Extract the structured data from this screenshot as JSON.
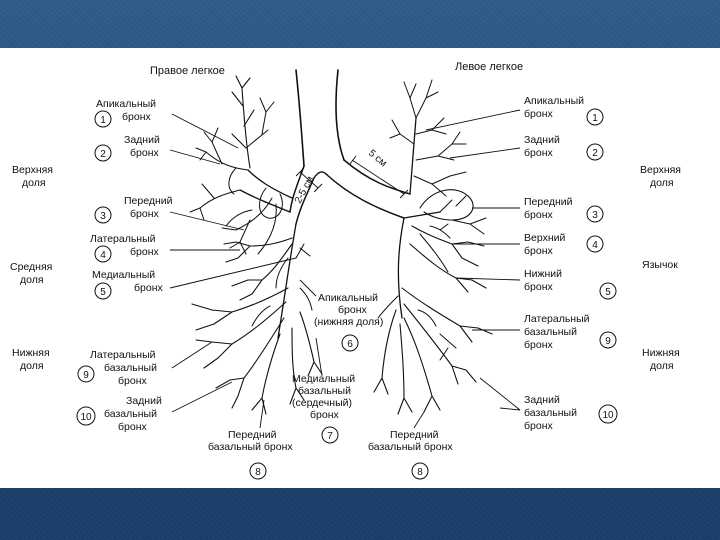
{
  "slide": {
    "right_lung_title": "Правое легкое",
    "left_lung_title": "Левое легкое",
    "measure_right": "2-5 см",
    "measure_left": "5 см"
  },
  "right_lobes": {
    "upper_1": "Верхняя",
    "upper_2": "доля",
    "middle_1": "Средняя",
    "middle_2": "доля",
    "lower_1": "Нижняя",
    "lower_2": "доля"
  },
  "left_lobes": {
    "upper_1": "Верхняя",
    "upper_2": "доля",
    "lingula": "Язычок",
    "lower_1": "Нижняя",
    "lower_2": "доля"
  },
  "right_bronchi": [
    {
      "num": "1",
      "l1": "Апикальный",
      "l2": "бронх"
    },
    {
      "num": "2",
      "l1": "Задний",
      "l2": "бронх"
    },
    {
      "num": "3",
      "l1": "Передний",
      "l2": "бронх"
    },
    {
      "num": "4",
      "l1": "Латеральный",
      "l2": "бронх"
    },
    {
      "num": "5",
      "l1": "Медиальный",
      "l2": "бронх"
    },
    {
      "num": "9",
      "l1": "Латеральный",
      "l2": "базальный",
      "l3": "бронх"
    },
    {
      "num": "10",
      "l1": "Задний",
      "l2": "базальный",
      "l3": "бронх"
    }
  ],
  "left_bronchi": [
    {
      "num": "1",
      "l1": "Апикальный",
      "l2": "бронх"
    },
    {
      "num": "2",
      "l1": "Задний",
      "l2": "бронх"
    },
    {
      "num": "3",
      "l1": "Передний",
      "l2": "бронх"
    },
    {
      "num": "4",
      "l1": "Верхний",
      "l2": "бронх"
    },
    {
      "num": "5",
      "l1": "Нижний",
      "l2": "бронх"
    },
    {
      "num": "9",
      "l1": "Латеральный",
      "l2": "базальный",
      "l3": "бронх"
    },
    {
      "num": "10",
      "l1": "Задний",
      "l2": "базальный",
      "l3": "бронх"
    }
  ],
  "center_labels": {
    "apical_lower": {
      "num": "6",
      "l1": "Апикальный",
      "l2": "бронх",
      "l3": "(нижняя доля)"
    },
    "medial_basal": {
      "num": "7",
      "l1": "Медиальный",
      "l2": "базальный",
      "l3": "(сердечный)",
      "l4": "бронх"
    },
    "anterior_basal_right": {
      "num": "8",
      "l1": "Передний",
      "l2": "базальный бронх"
    },
    "anterior_basal_left": {
      "num": "8",
      "l1": "Передний",
      "l2": "базальный бронх"
    }
  }
}
